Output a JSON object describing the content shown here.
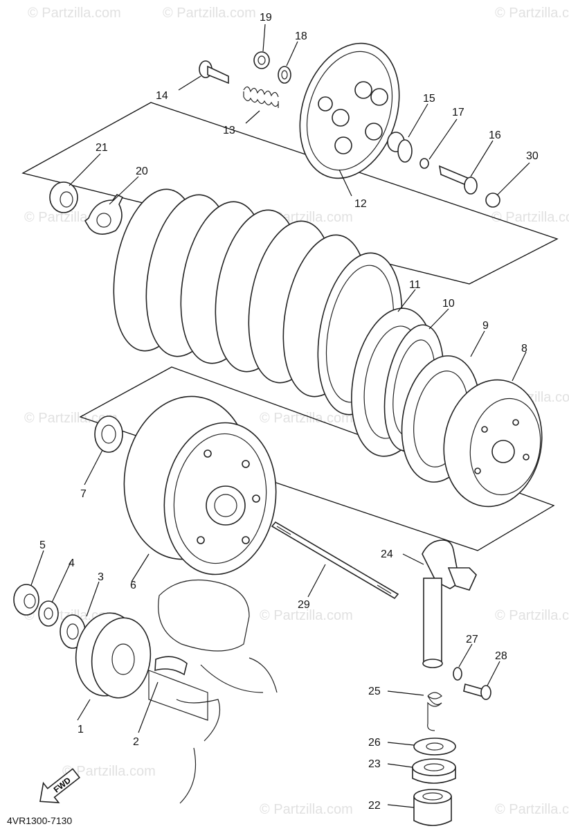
{
  "watermark": "© Partzilla.com",
  "drawing_code": "4VR1300-7130",
  "fwd_label": "FWD",
  "callouts": [
    "1",
    "2",
    "3",
    "4",
    "5",
    "6",
    "7",
    "8",
    "9",
    "10",
    "11",
    "12",
    "13",
    "14",
    "15",
    "16",
    "17",
    "18",
    "19",
    "20",
    "21",
    "22",
    "23",
    "24",
    "25",
    "26",
    "27",
    "28",
    "29",
    "30"
  ]
}
